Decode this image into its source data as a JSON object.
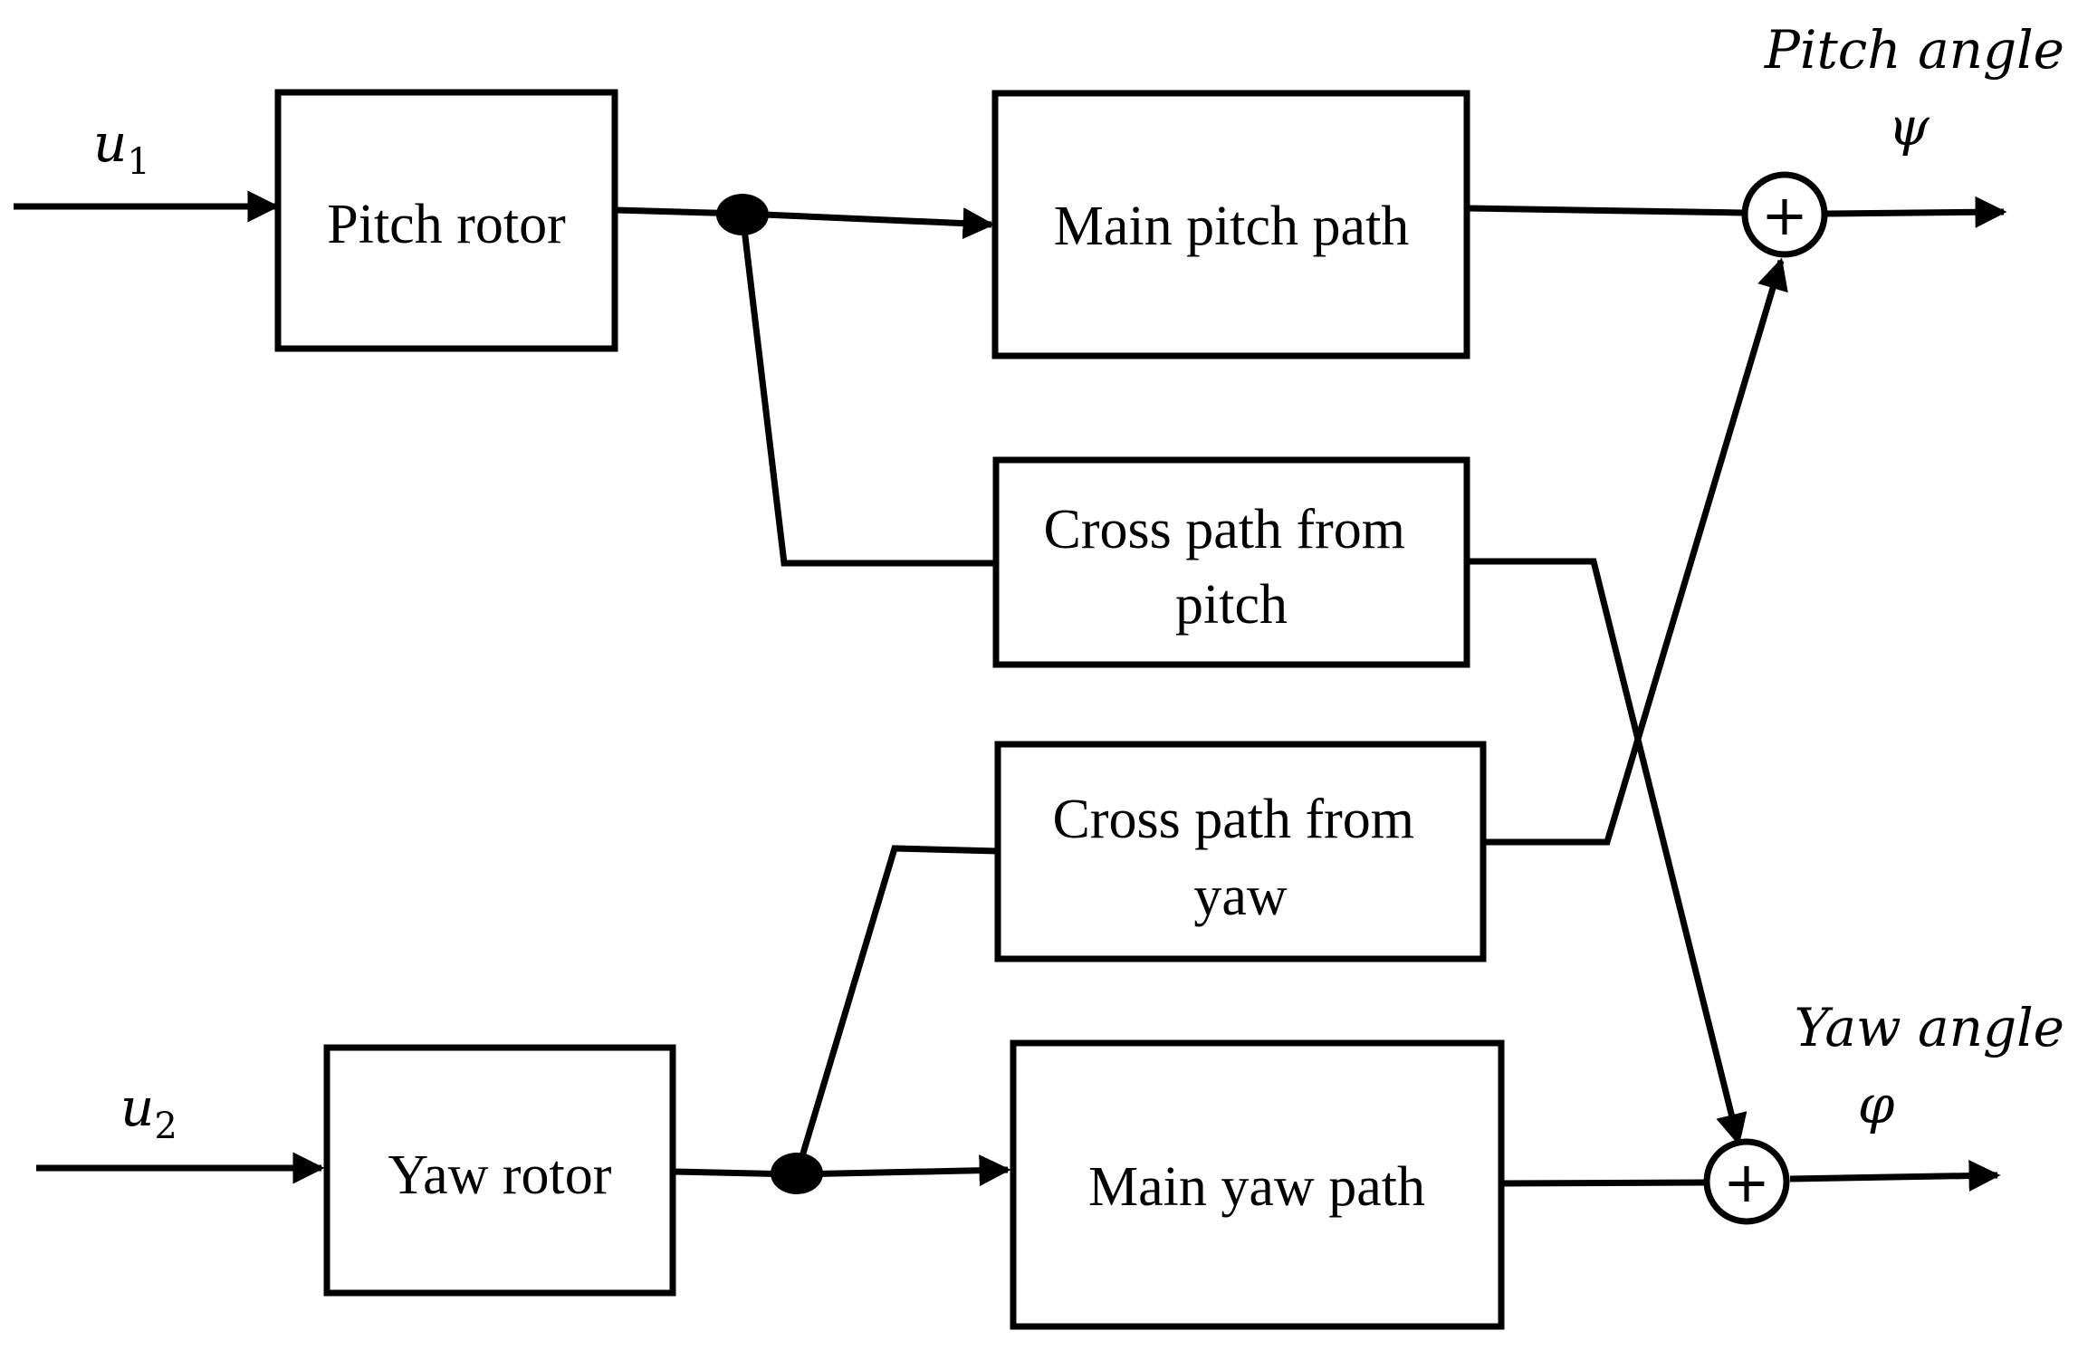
{
  "inputs": {
    "u1": {
      "symbol": "u",
      "subscript": "1"
    },
    "u2": {
      "symbol": "u",
      "subscript": "2"
    }
  },
  "blocks": {
    "pitch_rotor": "Pitch rotor",
    "yaw_rotor": "Yaw rotor",
    "main_pitch_path": "Main pitch path",
    "cross_path_from_pitch": [
      "Cross path from",
      "pitch"
    ],
    "cross_path_from_yaw": [
      "Cross path from",
      "yaw"
    ],
    "main_yaw_path": "Main yaw path"
  },
  "summing_junctions": {
    "pitch_sum_sign": "+",
    "yaw_sum_sign": "+"
  },
  "outputs": {
    "pitch": {
      "label": "Pitch angle",
      "symbol": "ψ"
    },
    "yaw": {
      "label": "Yaw angle",
      "symbol": "φ"
    }
  },
  "colors": {
    "line": "#000000",
    "background": "#ffffff"
  }
}
